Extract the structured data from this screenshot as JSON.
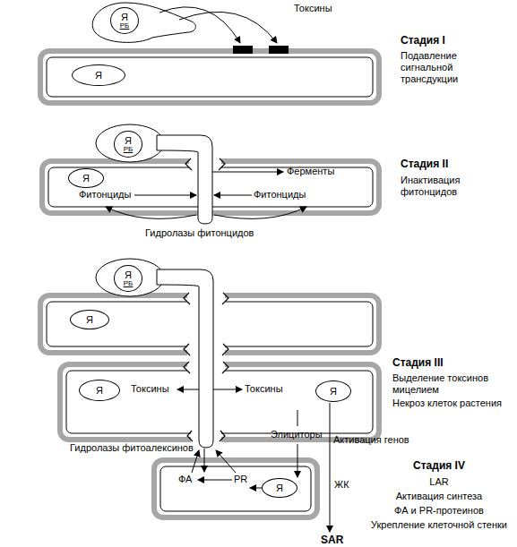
{
  "diagram": {
    "nodes": [
      {
        "text": [
          "Я",
          "РБ"
        ]
      },
      {
        "text": [
          "Я"
        ]
      },
      {
        "text": [
          "Я",
          "РБ"
        ]
      },
      {
        "text": [
          "Я"
        ]
      },
      {
        "text": [
          "Я",
          "РБ"
        ]
      },
      {
        "text": [
          "Я"
        ]
      },
      {
        "text": [
          "Я"
        ]
      },
      {
        "text": [
          "Я"
        ]
      },
      {
        "text": [
          "Я"
        ]
      }
    ],
    "labels": [
      "Токсины",
      "Стадия I",
      "Подавление сигнальной трансдукции",
      "Ферменты",
      "Фитонциды",
      "Фитонциды",
      "Гидролазы фитонцидов",
      "Стадия II",
      "Инактивация фитонцидов",
      "Токсины",
      "Токсины",
      "Стадия III",
      "Выделение токсинов мицелием",
      "Некроз клеток растения",
      "Элициторы",
      "Активация генов",
      "Гидролазы фитоалексинов",
      "ЖК",
      "ФА",
      "PR",
      "Стадия IV",
      "LAR",
      "Активация синтеза",
      "ФА и PR-протеинов",
      "Укрепление клеточной стенки",
      "SAR"
    ]
  }
}
